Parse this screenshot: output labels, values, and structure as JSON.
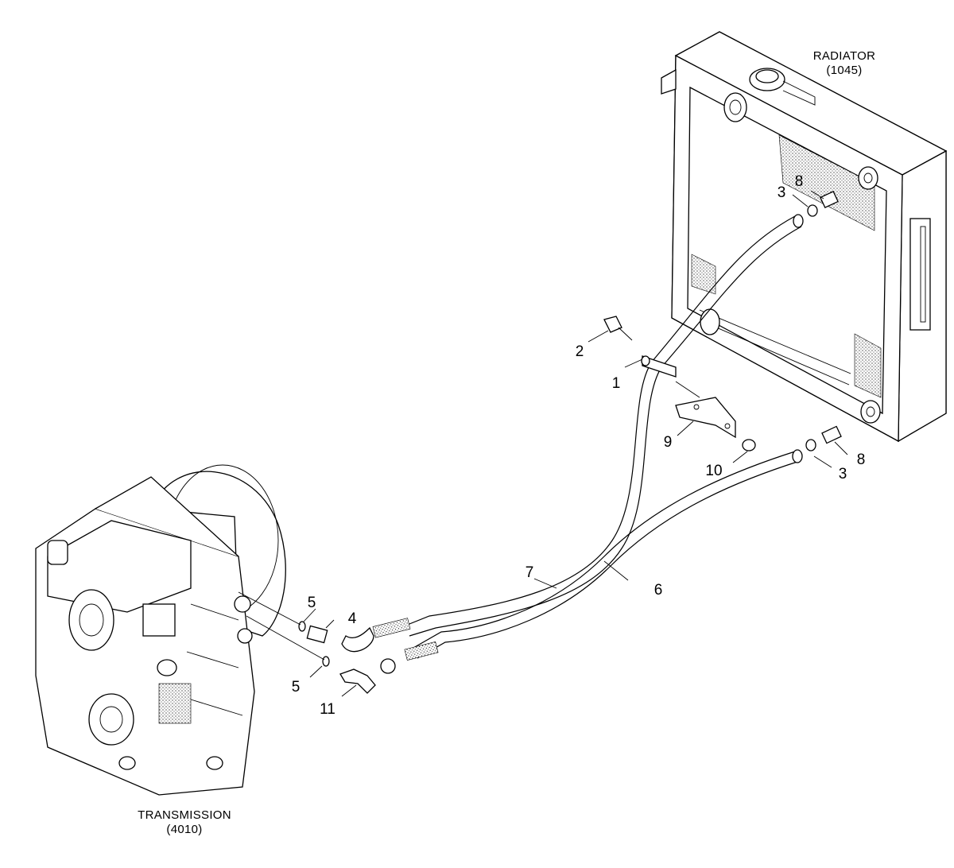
{
  "components": {
    "radiator": {
      "name": "RADIATOR",
      "ref": "(1045)"
    },
    "transmission": {
      "name": "TRANSMISSION",
      "ref": "(4010)"
    }
  },
  "callouts": [
    {
      "id": "1",
      "label": "1"
    },
    {
      "id": "2",
      "label": "2"
    },
    {
      "id": "3a",
      "label": "3"
    },
    {
      "id": "3b",
      "label": "3"
    },
    {
      "id": "4",
      "label": "4"
    },
    {
      "id": "5a",
      "label": "5"
    },
    {
      "id": "5b",
      "label": "5"
    },
    {
      "id": "6",
      "label": "6"
    },
    {
      "id": "7",
      "label": "7"
    },
    {
      "id": "8a",
      "label": "8"
    },
    {
      "id": "8b",
      "label": "8"
    },
    {
      "id": "9",
      "label": "9"
    },
    {
      "id": "10",
      "label": "10"
    },
    {
      "id": "11",
      "label": "11"
    }
  ]
}
